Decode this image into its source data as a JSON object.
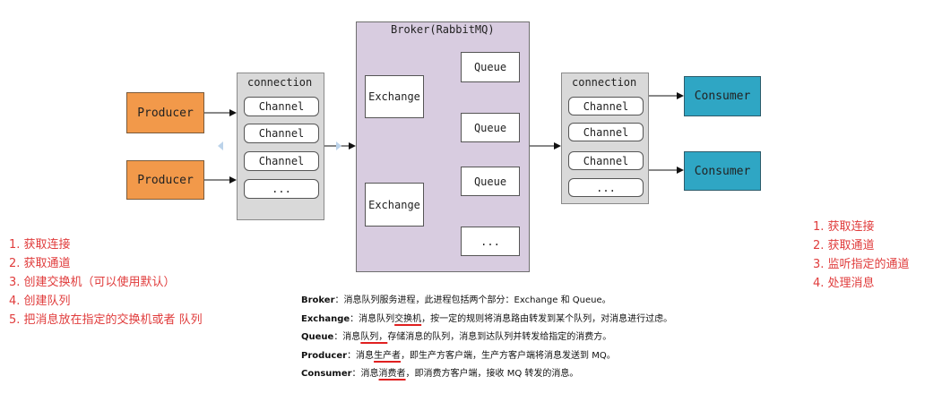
{
  "diagram": {
    "producers": [
      "Producer",
      "Producer"
    ],
    "left_connection": {
      "title": "connection",
      "channels": [
        "Channel",
        "Channel",
        "Channel",
        "..."
      ]
    },
    "broker": {
      "title": "Broker(RabbitMQ)",
      "exchanges": [
        "Exchange",
        "Exchange"
      ],
      "queues": [
        "Queue",
        "Queue",
        "Queue",
        "..."
      ]
    },
    "right_connection": {
      "title": "connection",
      "channels": [
        "Channel",
        "Channel",
        "Channel",
        "..."
      ]
    },
    "consumers": [
      "Consumer",
      "Consumer"
    ]
  },
  "producer_steps": [
    "1. 获取连接",
    "2. 获取通道",
    "3. 创建交换机（可以使用默认）",
    "4. 创建队列",
    "5. 把消息放在指定的交换机或者 队列"
  ],
  "consumer_steps": [
    "1. 获取连接",
    "2. 获取通道",
    "3. 监听指定的通道",
    "4. 处理消息"
  ],
  "descriptions": [
    {
      "term": "Broker",
      "pre": "：消息队列服务进程，此进程包括两个部分：Exchange 和 Queue。",
      "hl": "",
      "post": ""
    },
    {
      "term": "Exchange",
      "pre": "：消息队列",
      "hl": "交换机",
      "post": "，按一定的规则将消息路由转发到某个队列，对消息进行过虑。"
    },
    {
      "term": "Queue",
      "pre": "：消息",
      "hl": "队列，",
      "post": "存储消息的队列，消息到达队列并转发给指定的消费方。"
    },
    {
      "term": "Producer",
      "pre": "：消息",
      "hl": "生产者",
      "post": "，即生产方客户端，生产方客户端将消息发送到 MQ。"
    },
    {
      "term": "Consumer",
      "pre": "：消息",
      "hl": "消费者",
      "post": "，即消费方客户端，接收 MQ 转发的消息。"
    }
  ]
}
